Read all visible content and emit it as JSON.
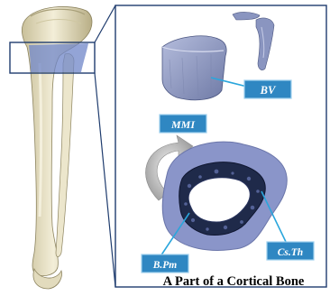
{
  "figure": {
    "labels": {
      "bv": "BV",
      "mmi": "MMI",
      "bpm": "B.Pm",
      "csth": "Cs.Th"
    },
    "caption": "A Part of a Cortical Bone"
  },
  "colors": {
    "tag_fill": "#2f87c2",
    "tag_stroke": "#9fd0ee",
    "leader": "#2aa6dc",
    "callout_frame": "#1f3c6e",
    "bone": "#e9e3c8",
    "bone_shade": "#bdb48f",
    "highlight": "#6f86c8",
    "cortex_outer": "#8a95c9",
    "cortex_inner": "#1f2a4a",
    "specimen": "#8b95bd"
  },
  "icons": {
    "rotation_arrow": "curved-arrow-icon"
  }
}
